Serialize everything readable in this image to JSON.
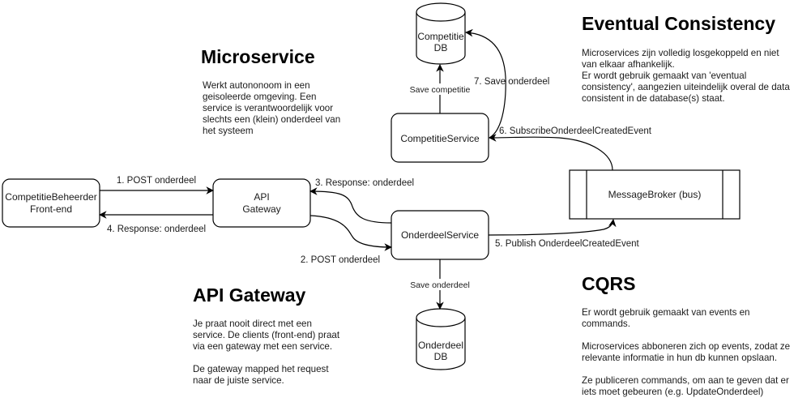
{
  "nodes": {
    "frontend": [
      "CompetitieBeheerder",
      "Front-end"
    ],
    "gateway": [
      "API",
      "Gateway"
    ],
    "onderdeel_service": "OnderdeelService",
    "competitie_service": "CompetitieService",
    "message_broker": "MessageBroker (bus)",
    "competitie_db": [
      "Competitie",
      "DB"
    ],
    "onderdeel_db": [
      "Onderdeel",
      "DB"
    ]
  },
  "edges": {
    "e1": "1. POST onderdeel",
    "e2": "2. POST onderdeel",
    "e3": "3. Response: onderdeel",
    "e4": "4. Response: onderdeel",
    "e5": "5. Publish OnderdeelCreatedEvent",
    "e6": "6. SubscribeOnderdeelCreatedEvent",
    "e7": "7. Save onderdeel",
    "save_competitie": "Save competitie",
    "save_onderdeel": "Save onderdeel"
  },
  "notes": {
    "microservice": {
      "title": "Microservice",
      "body": "Werkt autononoom in een\ngeisoleerde omgeving. Een\nservice is verantwoordelijk voor\nslechts een (klein) onderdeel van\nhet systeem"
    },
    "eventual": {
      "title": "Eventual Consistency",
      "body": "Microservices zijn volledig losgekoppeld en niet\nvan elkaar afhankelijk.\nEr wordt gebruik gemaakt van 'eventual\nconsistency', aangezien uiteindelijk overal de data\nconsistent in de database(s) staat."
    },
    "gateway": {
      "title": "API Gateway",
      "body": "Je praat nooit direct met een\nservice. De clients (front-end) praat\nvia een gateway met een service.\n\nDe gateway mapped het request\nnaar de juiste service."
    },
    "cqrs": {
      "title": "CQRS",
      "body": "Er wordt gebruik gemaakt van events en\ncommands.\n\nMicroservices abboneren zich op events, zodat ze\nrelevante informatie in hun db kunnen opslaan.\n\nZe publiceren commands, om aan te geven dat er\niets moet gebeuren (e.g. UpdateOnderdeel)"
    }
  }
}
